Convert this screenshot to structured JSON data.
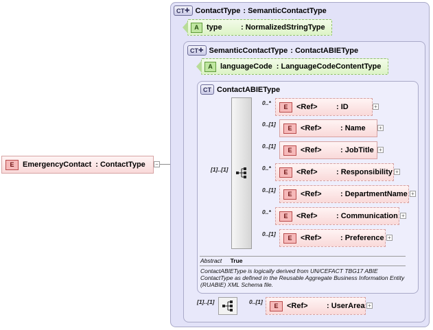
{
  "root": {
    "badge": "E",
    "name": "EmergencyContact",
    "type": ": ContactType",
    "collapse": "−"
  },
  "contact_type": {
    "badge": "CT",
    "name": "ContactType",
    "base": ": SemanticContactType"
  },
  "attr_type": {
    "badge": "A",
    "name": "type",
    "type": ": NormalizedStringType"
  },
  "semantic": {
    "badge": "CT",
    "name": "SemanticContactType",
    "base": ": ContactABIEType"
  },
  "attr_lang": {
    "badge": "A",
    "name": "languageCode",
    "type": ": LanguageCodeContentType"
  },
  "abie": {
    "badge": "CT",
    "name": "ContactABIEType",
    "seq_card": "[1]..[1]",
    "abstract_label": "Abstract",
    "abstract_value": "True",
    "description": "ContactABIEType is logically derived from UN/CEFACT TBG17 ABIE ContactType as defined in the Reusable Aggregate Business Information Entity (RUABIE) XML Schema file."
  },
  "children": [
    {
      "card": "0..*",
      "badge": "E",
      "ref": "<Ref>",
      "name": ": ID",
      "expand": "+"
    },
    {
      "card": "0..[1]",
      "badge": "E",
      "ref": "<Ref>",
      "name": ": Name",
      "expand": "+"
    },
    {
      "card": "0..[1]",
      "badge": "E",
      "ref": "<Ref>",
      "name": ": JobTitle",
      "expand": "+"
    },
    {
      "card": "0..*",
      "badge": "E",
      "ref": "<Ref>",
      "name": ": Responsibility",
      "expand": "+"
    },
    {
      "card": "0..[1]",
      "badge": "E",
      "ref": "<Ref>",
      "name": ": DepartmentName",
      "expand": "+"
    },
    {
      "card": "0..*",
      "badge": "E",
      "ref": "<Ref>",
      "name": ": Communication",
      "expand": "+"
    },
    {
      "card": "0..[1]",
      "badge": "E",
      "ref": "<Ref>",
      "name": ": Preference",
      "expand": "+"
    }
  ],
  "user_area": {
    "seq_card": "[1]..[1]",
    "card": "0..[1]",
    "badge": "E",
    "ref": "<Ref>",
    "name": ": UserArea",
    "expand": "+"
  }
}
